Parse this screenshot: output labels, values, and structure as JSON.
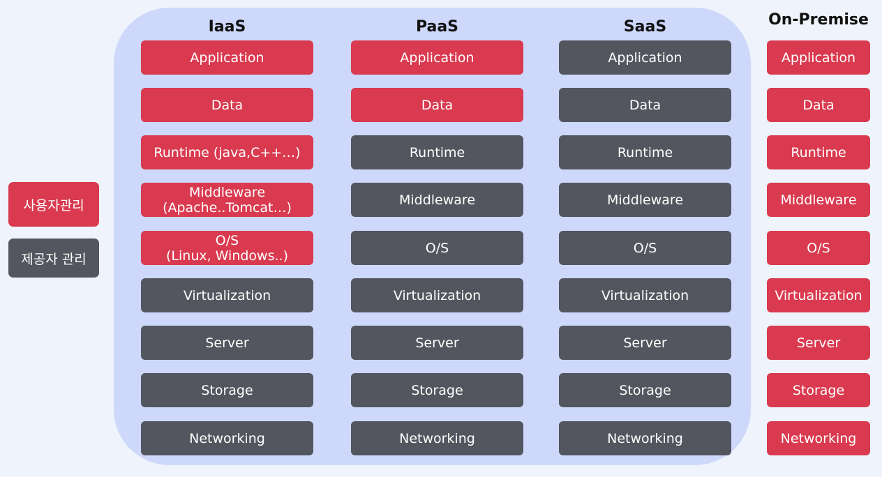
{
  "colors": {
    "user_managed": "#d93a4f",
    "provider_managed": "#53565e",
    "cloud_panel": "#cdd8fb",
    "background": "#eff3fb"
  },
  "legend": {
    "user_label": "사용자관리",
    "provider_label": "제공자 관리"
  },
  "columns": [
    {
      "key": "iaas",
      "title": "IaaS",
      "layers": [
        {
          "lines": [
            "Application"
          ],
          "managed_by": "user"
        },
        {
          "lines": [
            "Data"
          ],
          "managed_by": "user"
        },
        {
          "lines": [
            "Runtime (java,C++…)"
          ],
          "managed_by": "user"
        },
        {
          "lines": [
            "Middleware",
            "(Apache..Tomcat…)"
          ],
          "managed_by": "user"
        },
        {
          "lines": [
            "O/S",
            "(Linux, Windows..)"
          ],
          "managed_by": "user"
        },
        {
          "lines": [
            "Virtualization"
          ],
          "managed_by": "provider"
        },
        {
          "lines": [
            "Server"
          ],
          "managed_by": "provider"
        },
        {
          "lines": [
            "Storage"
          ],
          "managed_by": "provider"
        },
        {
          "lines": [
            "Networking"
          ],
          "managed_by": "provider"
        }
      ]
    },
    {
      "key": "paas",
      "title": "PaaS",
      "layers": [
        {
          "lines": [
            "Application"
          ],
          "managed_by": "user"
        },
        {
          "lines": [
            "Data"
          ],
          "managed_by": "user"
        },
        {
          "lines": [
            "Runtime"
          ],
          "managed_by": "provider"
        },
        {
          "lines": [
            "Middleware"
          ],
          "managed_by": "provider"
        },
        {
          "lines": [
            "O/S"
          ],
          "managed_by": "provider"
        },
        {
          "lines": [
            "Virtualization"
          ],
          "managed_by": "provider"
        },
        {
          "lines": [
            "Server"
          ],
          "managed_by": "provider"
        },
        {
          "lines": [
            "Storage"
          ],
          "managed_by": "provider"
        },
        {
          "lines": [
            "Networking"
          ],
          "managed_by": "provider"
        }
      ]
    },
    {
      "key": "saas",
      "title": "SaaS",
      "layers": [
        {
          "lines": [
            "Application"
          ],
          "managed_by": "provider"
        },
        {
          "lines": [
            "Data"
          ],
          "managed_by": "provider"
        },
        {
          "lines": [
            "Runtime"
          ],
          "managed_by": "provider"
        },
        {
          "lines": [
            "Middleware"
          ],
          "managed_by": "provider"
        },
        {
          "lines": [
            "O/S"
          ],
          "managed_by": "provider"
        },
        {
          "lines": [
            "Virtualization"
          ],
          "managed_by": "provider"
        },
        {
          "lines": [
            "Server"
          ],
          "managed_by": "provider"
        },
        {
          "lines": [
            "Storage"
          ],
          "managed_by": "provider"
        },
        {
          "lines": [
            "Networking"
          ],
          "managed_by": "provider"
        }
      ]
    },
    {
      "key": "on-premise",
      "title": "On-Premise",
      "layers": [
        {
          "lines": [
            "Application"
          ],
          "managed_by": "user"
        },
        {
          "lines": [
            "Data"
          ],
          "managed_by": "user"
        },
        {
          "lines": [
            "Runtime"
          ],
          "managed_by": "user"
        },
        {
          "lines": [
            "Middleware"
          ],
          "managed_by": "user"
        },
        {
          "lines": [
            "O/S"
          ],
          "managed_by": "user"
        },
        {
          "lines": [
            "Virtualization"
          ],
          "managed_by": "user"
        },
        {
          "lines": [
            "Server"
          ],
          "managed_by": "user"
        },
        {
          "lines": [
            "Storage"
          ],
          "managed_by": "user"
        },
        {
          "lines": [
            "Networking"
          ],
          "managed_by": "user"
        }
      ]
    }
  ]
}
